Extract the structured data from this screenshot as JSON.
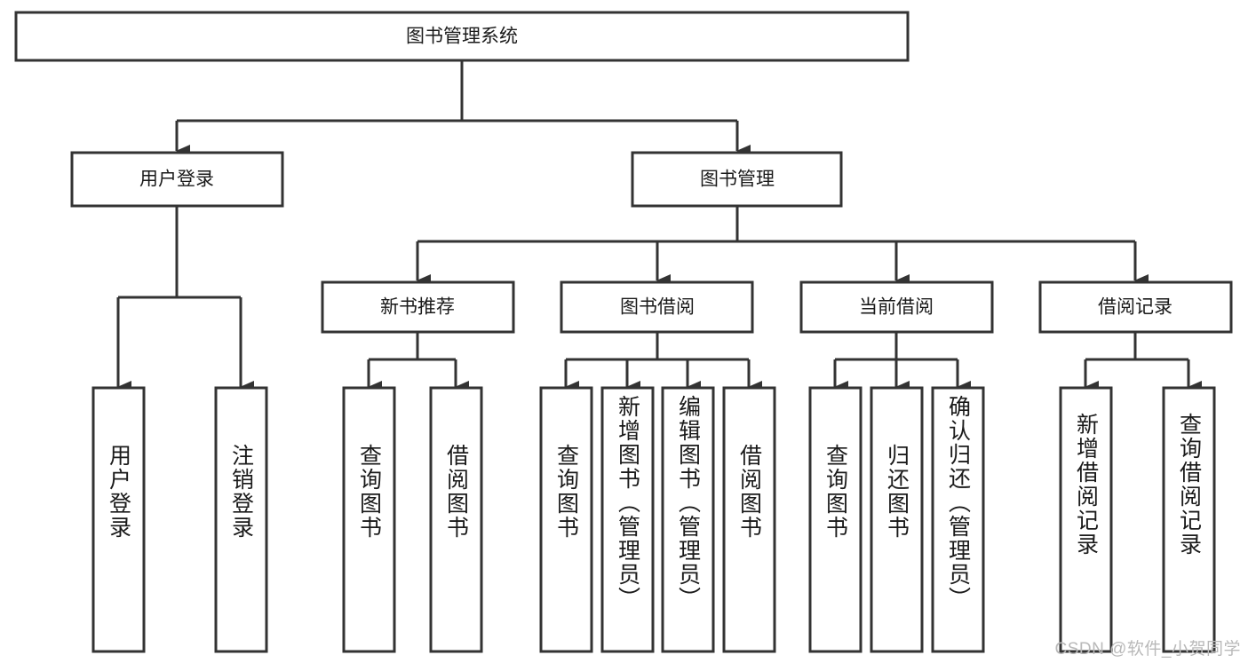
{
  "diagram": {
    "title": "图书管理系统",
    "type": "tree-hierarchy-chart",
    "root": {
      "label": "图书管理系统",
      "orientation": "horizontal"
    },
    "level2": [
      {
        "label": "用户登录",
        "orientation": "horizontal"
      },
      {
        "label": "图书管理",
        "orientation": "horizontal"
      }
    ],
    "level3": [
      {
        "label": "新书推荐",
        "orientation": "horizontal"
      },
      {
        "label": "图书借阅",
        "orientation": "horizontal"
      },
      {
        "label": "当前借阅",
        "orientation": "horizontal"
      },
      {
        "label": "借阅记录",
        "orientation": "horizontal"
      }
    ],
    "leaves_user_login": [
      {
        "label": "用户登录",
        "orientation": "vertical"
      },
      {
        "label": "注销登录",
        "orientation": "vertical"
      }
    ],
    "leaves_new_book": [
      {
        "label": "查询图书",
        "orientation": "vertical"
      },
      {
        "label": "借阅图书",
        "orientation": "vertical"
      }
    ],
    "leaves_book_borrow": [
      {
        "label": "查询图书",
        "orientation": "vertical"
      },
      {
        "label": "新增图书（管理员）",
        "orientation": "vertical"
      },
      {
        "label": "编辑图书（管理员）",
        "orientation": "vertical"
      },
      {
        "label": "借阅图书",
        "orientation": "vertical"
      }
    ],
    "leaves_current_borrow": [
      {
        "label": "查询图书",
        "orientation": "vertical"
      },
      {
        "label": "归还图书",
        "orientation": "vertical"
      },
      {
        "label": "确认归还（管理员）",
        "orientation": "vertical"
      }
    ],
    "leaves_borrow_record": [
      {
        "label": "新增借阅记录",
        "orientation": "vertical"
      },
      {
        "label": "查询借阅记录",
        "orientation": "vertical"
      }
    ],
    "colors": {
      "box_stroke": "#333333",
      "box_fill": "#ffffff",
      "text": "#1a1a1a",
      "connector": "#333333",
      "watermark": "#b9b9b9",
      "background": "#ffffff"
    }
  },
  "watermark": {
    "text": "CSDN @软件_小贺同学"
  }
}
